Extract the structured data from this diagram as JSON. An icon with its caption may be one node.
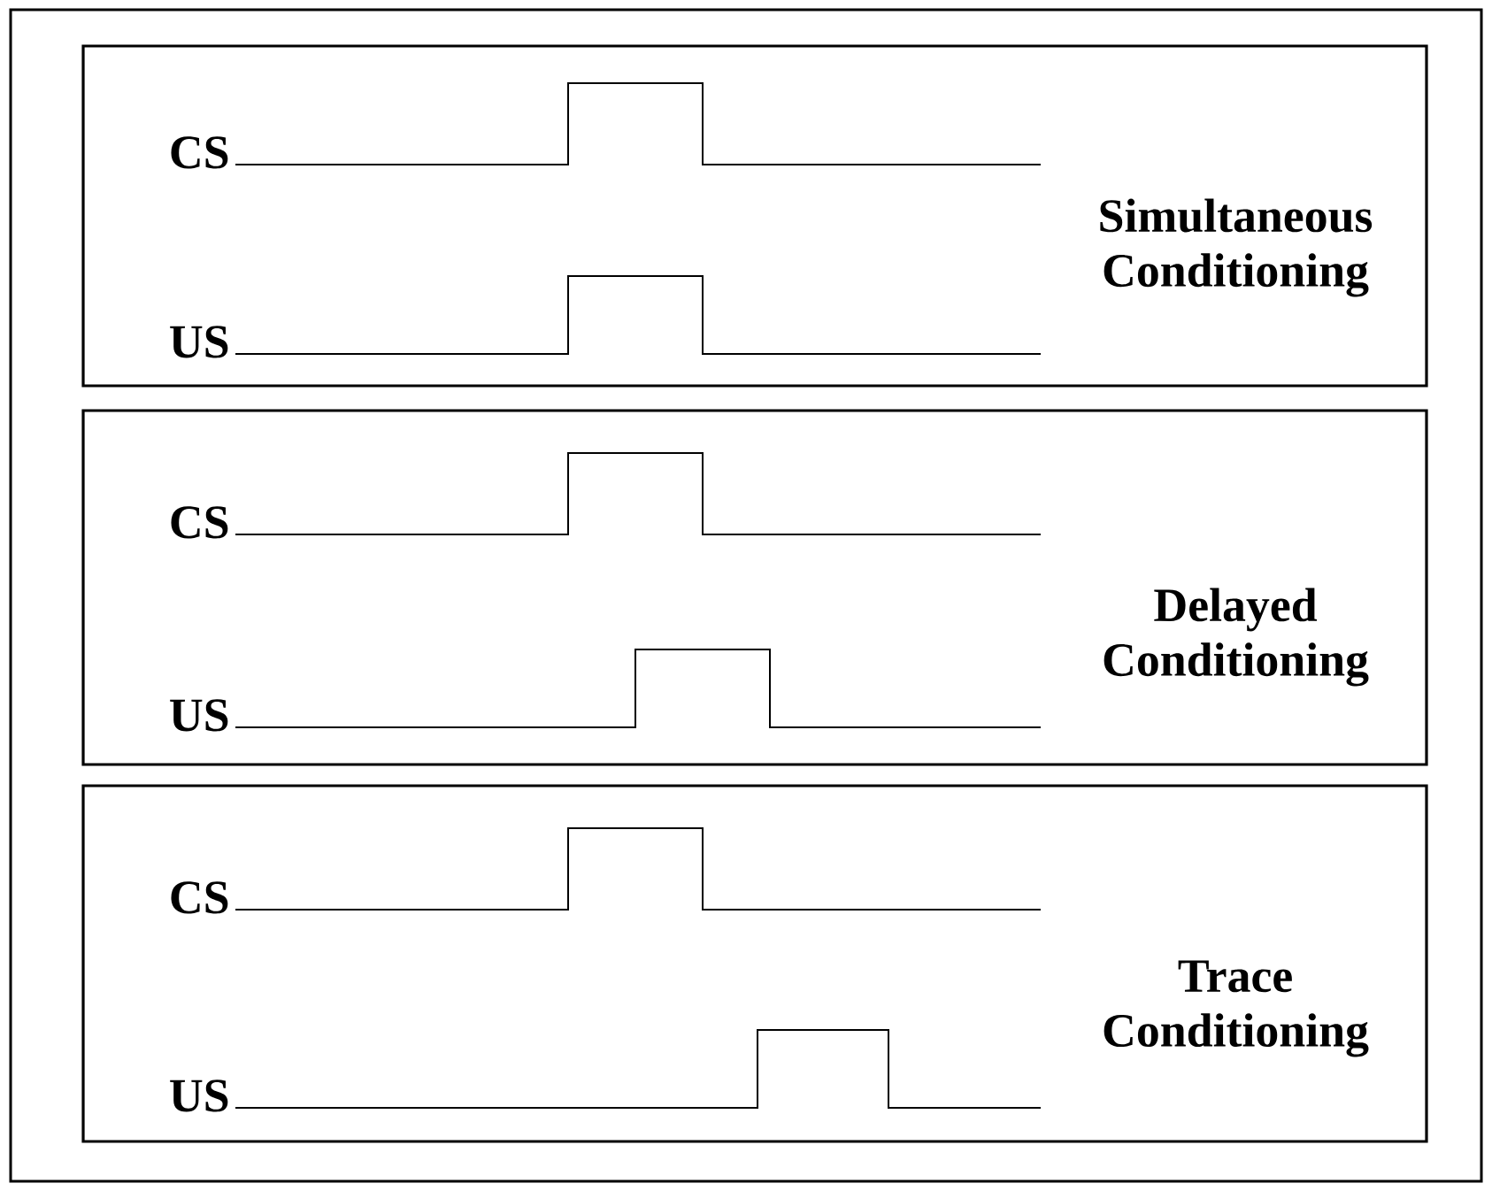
{
  "diagram": {
    "nodes": [
      {
        "text": [],
        "shape": "box"
      },
      {
        "text": [
          "Simultaneous Conditioning"
        ],
        "in": 0
      },
      {
        "text": [
          "Delayed Conditioning"
        ],
        "in": 0
      },
      {
        "text": [
          "Trace Conditioning"
        ],
        "in": 0
      }
    ],
    "labels": [
      "CS",
      "US",
      "CS",
      "US",
      "CS",
      "US"
    ]
  }
}
